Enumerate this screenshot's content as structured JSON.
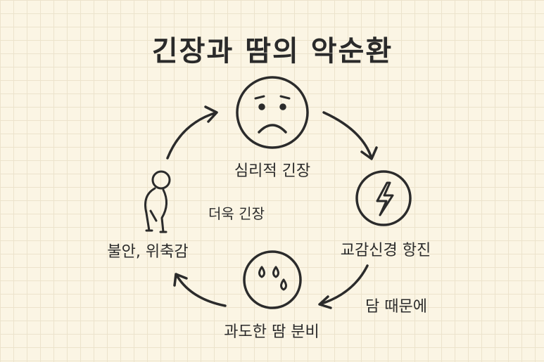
{
  "title": "긴장과 땀의 악순환",
  "nodes": {
    "psych_tension": "심리적 긴장",
    "sympathetic": "교감신경 항진",
    "sweat": "과도한 땀 분비",
    "anxiety": "불안, 위축감"
  },
  "edge_labels": {
    "because_sweat": "담 때문에",
    "more_tension": "더욱 긴장"
  }
}
